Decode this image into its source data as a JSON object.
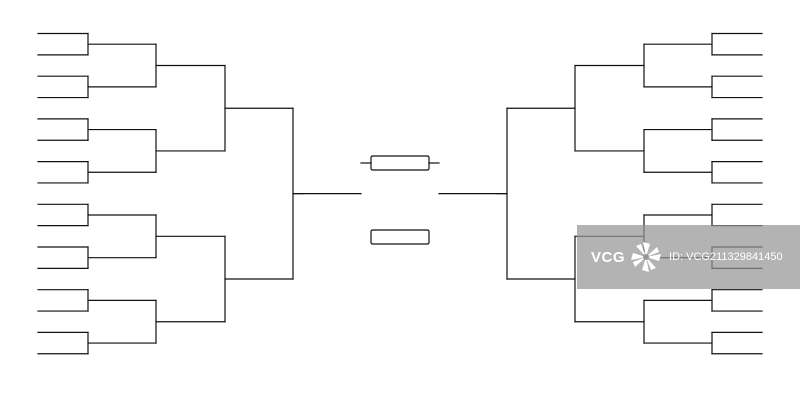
{
  "bracket": {
    "entrants_per_side": 16,
    "rounds_per_side": 5,
    "final_slots": 2,
    "line_color": "#111111",
    "background": "#ffffff"
  },
  "watermark": {
    "logo_text": "VCG",
    "logo_icon": "pinwheel-icon",
    "id_text": "ID: VCG211329841450",
    "background": "#969696"
  }
}
